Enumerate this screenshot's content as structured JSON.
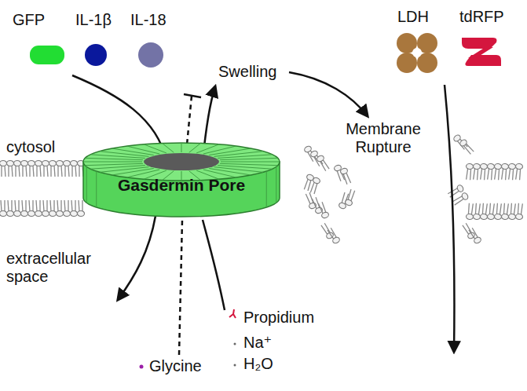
{
  "diagram": {
    "nodes": [
      {
        "text": [
          "Gasdermin Pore"
        ]
      }
    ],
    "labels": [
      "GFP",
      "IL-1β",
      "IL-18",
      "Swelling",
      "Membrane Rupture",
      "LDH",
      "tdRFP",
      "cytosol",
      "extracellular space",
      "Propidium",
      "Na⁺",
      "H₂O",
      "Glycine"
    ]
  }
}
